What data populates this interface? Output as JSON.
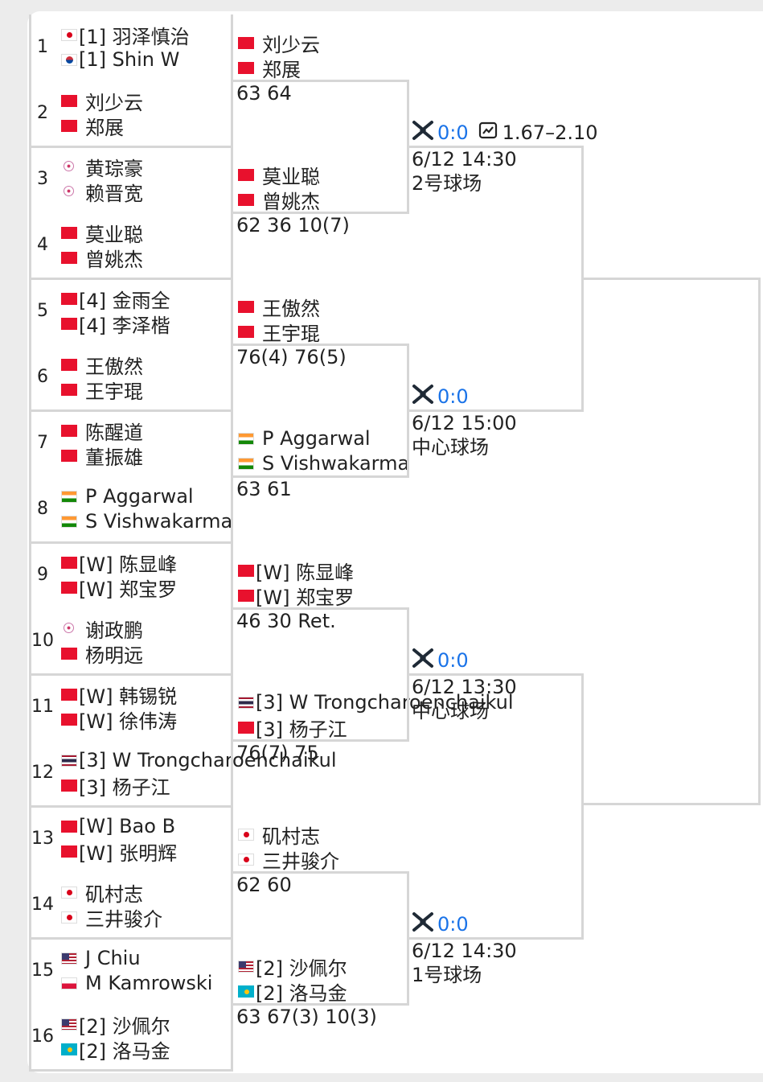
{
  "round1": [
    {
      "seed": "1",
      "players": [
        {
          "flag": "jp",
          "name": "[1] 羽泽慎治"
        },
        {
          "flag": "kr",
          "name": "[1] Shin W"
        }
      ]
    },
    {
      "seed": "2",
      "players": [
        {
          "flag": "cn",
          "name": "刘少云"
        },
        {
          "flag": "cn",
          "name": "郑展"
        }
      ]
    },
    {
      "seed": "3",
      "players": [
        {
          "flag": "tpe",
          "name": "黄琮豪"
        },
        {
          "flag": "tpe",
          "name": "赖晋宽"
        }
      ]
    },
    {
      "seed": "4",
      "players": [
        {
          "flag": "cn",
          "name": "莫业聪"
        },
        {
          "flag": "cn",
          "name": "曾姚杰"
        }
      ]
    },
    {
      "seed": "5",
      "players": [
        {
          "flag": "cn",
          "name": "[4] 金雨全"
        },
        {
          "flag": "cn",
          "name": "[4] 李泽楷"
        }
      ]
    },
    {
      "seed": "6",
      "players": [
        {
          "flag": "cn",
          "name": "王傲然"
        },
        {
          "flag": "cn",
          "name": "王宇琨"
        }
      ]
    },
    {
      "seed": "7",
      "players": [
        {
          "flag": "cn",
          "name": "陈醒道"
        },
        {
          "flag": "cn",
          "name": "董振雄"
        }
      ]
    },
    {
      "seed": "8",
      "players": [
        {
          "flag": "in",
          "name": "P Aggarwal"
        },
        {
          "flag": "in",
          "name": "S Vishwakarma"
        }
      ]
    },
    {
      "seed": "9",
      "players": [
        {
          "flag": "cn",
          "name": "[W] 陈显峰"
        },
        {
          "flag": "cn",
          "name": "[W] 郑宝罗"
        }
      ]
    },
    {
      "seed": "10",
      "players": [
        {
          "flag": "tpe",
          "name": "谢政鹏"
        },
        {
          "flag": "cn",
          "name": "杨明远"
        }
      ]
    },
    {
      "seed": "11",
      "players": [
        {
          "flag": "cn",
          "name": "[W] 韩锡锐"
        },
        {
          "flag": "cn",
          "name": "[W] 徐伟涛"
        }
      ]
    },
    {
      "seed": "12",
      "players": [
        {
          "flag": "th",
          "name": "[3] W Trongcharoenchaikul"
        },
        {
          "flag": "cn",
          "name": "[3] 杨子江"
        }
      ]
    },
    {
      "seed": "13",
      "players": [
        {
          "flag": "cn",
          "name": "[W] Bao B"
        },
        {
          "flag": "cn",
          "name": "[W] 张明辉"
        }
      ]
    },
    {
      "seed": "14",
      "players": [
        {
          "flag": "jp",
          "name": "矶村志"
        },
        {
          "flag": "jp",
          "name": "三井骏介"
        }
      ]
    },
    {
      "seed": "15",
      "players": [
        {
          "flag": "us",
          "name": "J Chiu"
        },
        {
          "flag": "pl",
          "name": "M Kamrowski"
        }
      ]
    },
    {
      "seed": "16",
      "players": [
        {
          "flag": "us",
          "name": "[2] 沙佩尔"
        },
        {
          "flag": "kz",
          "name": "[2] 洛马金"
        }
      ]
    }
  ],
  "round2": [
    {
      "players": [
        {
          "flag": "cn",
          "name": "刘少云"
        },
        {
          "flag": "cn",
          "name": "郑展"
        }
      ],
      "score": "63 64"
    },
    {
      "players": [
        {
          "flag": "cn",
          "name": "莫业聪"
        },
        {
          "flag": "cn",
          "name": "曾姚杰"
        }
      ],
      "score": "62 36 10(7)"
    },
    {
      "players": [
        {
          "flag": "cn",
          "name": "王傲然"
        },
        {
          "flag": "cn",
          "name": "王宇琨"
        }
      ],
      "score": "76(4) 76(5)"
    },
    {
      "players": [
        {
          "flag": "in",
          "name": "P Aggarwal"
        },
        {
          "flag": "in",
          "name": "S Vishwakarma"
        }
      ],
      "score": "63 61"
    },
    {
      "players": [
        {
          "flag": "cn",
          "name": "[W] 陈显峰"
        },
        {
          "flag": "cn",
          "name": "[W] 郑宝罗"
        }
      ],
      "score": "46 30 Ret."
    },
    {
      "players": [
        {
          "flag": "th",
          "name": "[3] W Trongcharoenchaikul"
        },
        {
          "flag": "cn",
          "name": "[3] 杨子江"
        }
      ],
      "score": "76(7) 75"
    },
    {
      "players": [
        {
          "flag": "jp",
          "name": "矶村志"
        },
        {
          "flag": "jp",
          "name": "三井骏介"
        }
      ],
      "score": "62 60"
    },
    {
      "players": [
        {
          "flag": "us",
          "name": "[2] 沙佩尔"
        },
        {
          "flag": "kz",
          "name": "[2] 洛马金"
        }
      ],
      "score": "63 67(3) 10(3)"
    }
  ],
  "round3": [
    {
      "live": "0:0",
      "odds": "1.67–2.10",
      "time": "6/12 14:30",
      "court": "2号球场"
    },
    {
      "live": "0:0",
      "odds": "",
      "time": "6/12 15:00",
      "court": "中心球场"
    },
    {
      "live": "0:0",
      "odds": "",
      "time": "6/12 13:30",
      "court": "中心球场"
    },
    {
      "live": "0:0",
      "odds": "",
      "time": "6/12 14:30",
      "court": "1号球场"
    }
  ],
  "icons": {
    "match": "crossed-rackets-icon",
    "odds": "trend-chart-icon"
  },
  "colors": {
    "accent": "#1a73e8",
    "line": "#d6d6d6",
    "china_red": "#e8112d"
  }
}
